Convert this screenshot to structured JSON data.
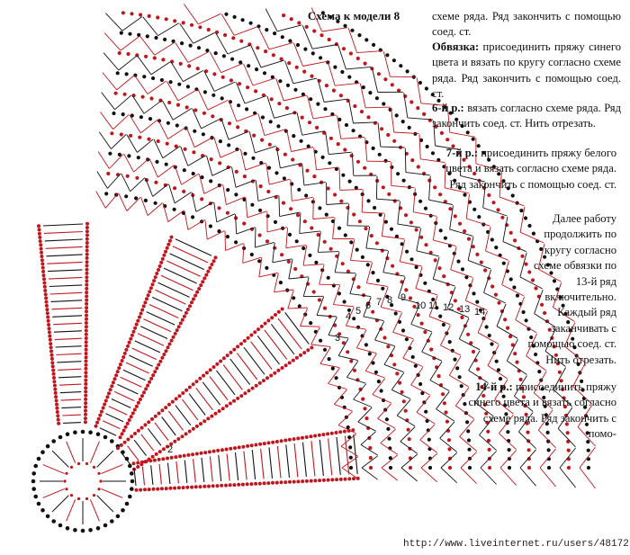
{
  "title": "Схема к модели 8",
  "instructions": [
    {
      "bold": "",
      "text": "схеме ряда. Ряд закончить с помощью соед. ст."
    },
    {
      "bold": "Обвязка:",
      "text": " присоединить пряжу синего цвета и вязать по кругу согласно схеме ряда. Ряд закончить с помощью соед. ст."
    },
    {
      "bold": "6-й р.:",
      "text": " вязать согласно схеме ряда. Ряд закончить соед. ст. Нить отрезать."
    },
    {
      "bold": "7-й р.:",
      "text": " присоединить пряжу белого цвета и вязать согласно схеме ряда. Ряд закончить с помощью соед. ст."
    },
    {
      "bold": "",
      "text": "Далее работу продолжить по кругу согласно схеме обвязки по 13-й ряд включительно. Каждый ряд заканчивать с помощью соед. ст. Нить отрезать."
    },
    {
      "bold": "14-й р.:",
      "text": " присоединить пряжу синего цвета и вязать согласно схеме ряда. Ряд закончить с помо-"
    }
  ],
  "row_numbers": [
    "2",
    "3",
    "4",
    "5",
    "6",
    "7",
    "8",
    "9",
    "10",
    "11",
    "12",
    "13",
    "14"
  ],
  "watermark": "http://www.liveinternet.ru/users/4817278/",
  "colors": {
    "red": "#c0161d",
    "black": "#111111"
  }
}
